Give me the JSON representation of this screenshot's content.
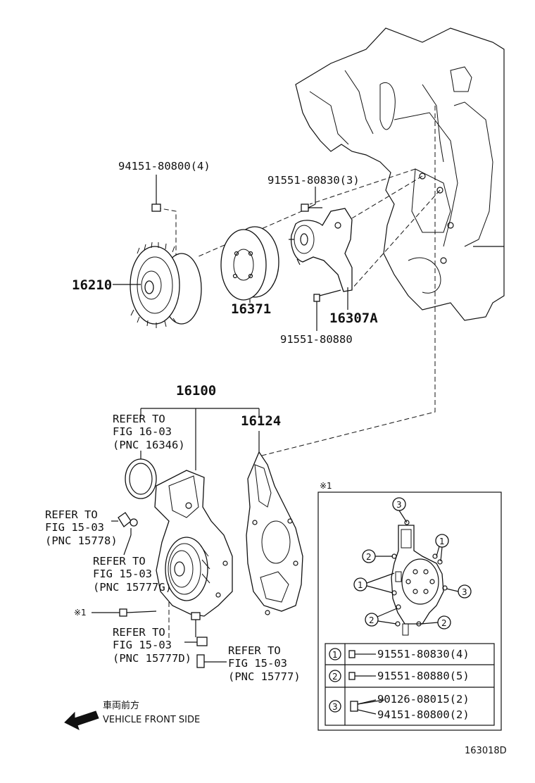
{
  "part_numbers": {
    "fan_clutch": "16210",
    "pulley": "16371",
    "bracket": "16307A",
    "water_pump_assy": "16100",
    "gasket": "16124"
  },
  "bolt_labels": {
    "fan_nut": "94151-80800(4)",
    "bracket_bolt_upper": "91551-80830(3)",
    "bracket_bolt_lower": "91551-80880"
  },
  "refer_notes": [
    {
      "l1": "REFER TO",
      "l2": "FIG 16-03",
      "l3": "(PNC 16346)"
    },
    {
      "l1": "REFER TO",
      "l2": "FIG 15-03",
      "l3": "(PNC 15778)"
    },
    {
      "l1": "REFER TO",
      "l2": "FIG 15-03",
      "l3": "(PNC 15777G)"
    },
    {
      "l1": "REFER TO",
      "l2": "FIG 15-03",
      "l3": "(PNC 15777D)"
    },
    {
      "l1": "REFER TO",
      "l2": "FIG 15-03",
      "l3": "(PNC 15777)"
    }
  ],
  "ref_mark": "※1",
  "inset": {
    "mark": "※1",
    "callouts": [
      "1",
      "2",
      "3"
    ],
    "rows": [
      {
        "num": "1",
        "parts": [
          "91551-80830(4)"
        ]
      },
      {
        "num": "2",
        "parts": [
          "91551-80880(5)"
        ]
      },
      {
        "num": "3",
        "parts": [
          "90126-08015(2)",
          "94151-80800(2)"
        ]
      }
    ]
  },
  "direction": {
    "jp": "車両前方",
    "en": "VEHICLE FRONT SIDE"
  },
  "diagram_id": "163018D"
}
